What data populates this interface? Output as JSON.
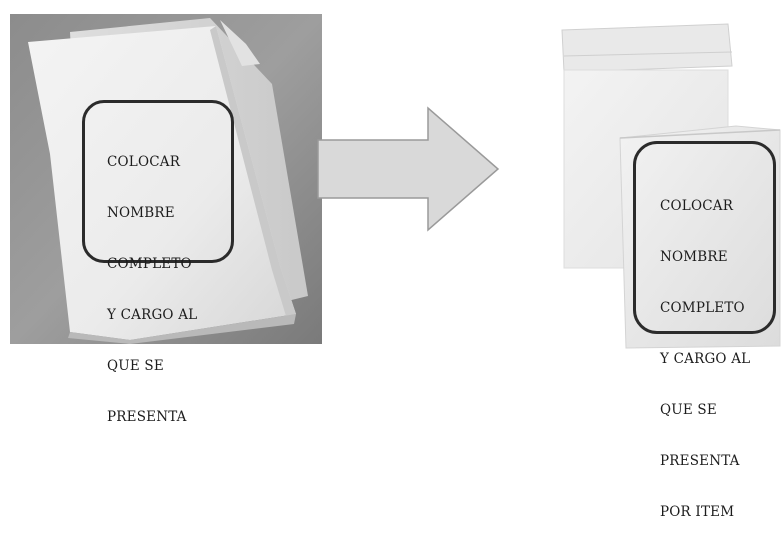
{
  "left_figure": {
    "illustration": "folder-photo",
    "label_lines": [
      "COLOCAR",
      "NOMBRE",
      "COMPLETO",
      "Y CARGO AL",
      "QUE SE",
      "PRESENTA"
    ]
  },
  "arrow": {
    "direction": "right",
    "fill": "#d9d9d9",
    "stroke": "#9a9a9a"
  },
  "right_figure": {
    "illustration": "envelope-photo",
    "label_lines": [
      "COLOCAR",
      "NOMBRE",
      "COMPLETO",
      "Y CARGO AL",
      "QUE SE",
      "PRESENTA",
      "POR ITEM"
    ]
  }
}
